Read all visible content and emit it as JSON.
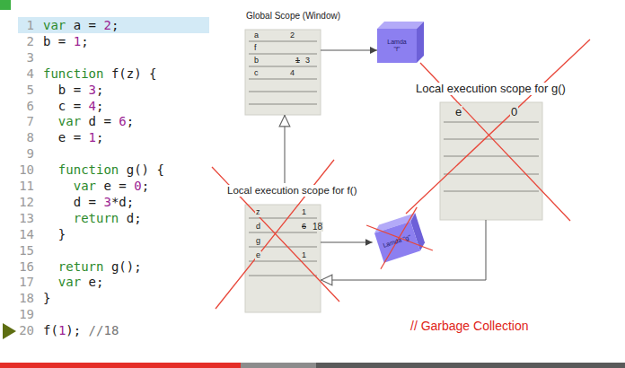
{
  "diagram": {
    "nodes": [
      {
        "text": [
          "Global Scope (Window)",
          "a",
          "2",
          "f",
          "b",
          "1",
          "3",
          "c",
          "4"
        ]
      },
      {
        "text": [
          "Lamda \"f\""
        ]
      },
      {
        "text": [
          "Local execution scope for g()",
          "e",
          "0"
        ]
      },
      {
        "text": [
          "Local execution scope for f()",
          "z",
          "1",
          "d",
          "6",
          "18",
          "g",
          "e",
          "1"
        ]
      },
      {
        "text": [
          "Lamda \"g\""
        ]
      }
    ],
    "edges": [
      {
        "from": 0,
        "to": 1,
        "arrow": "to"
      },
      {
        "from": 3,
        "to": 0,
        "arrow": "to"
      },
      {
        "from": 3,
        "to": 4,
        "arrow": "to"
      },
      {
        "from": 2,
        "to": 3,
        "arrow": "to"
      }
    ],
    "labels": [
      "1",
      "var a = 2;",
      "2",
      "b = 1;",
      "3",
      "4",
      "function f(z) {",
      "5",
      "b = 3;",
      "6",
      "c = 4;",
      "7",
      "var d = 6;",
      "8",
      "e = 1;",
      "9",
      "10",
      "function g() {",
      "11",
      "var e = 0;",
      "12",
      "d = 3*d;",
      "13",
      "return d;",
      "14",
      "}",
      "15",
      "16",
      "return g();",
      "17",
      "var e;",
      "18",
      "}",
      "19",
      "20",
      "f(1); //18",
      "// Garbage Collection"
    ]
  }
}
